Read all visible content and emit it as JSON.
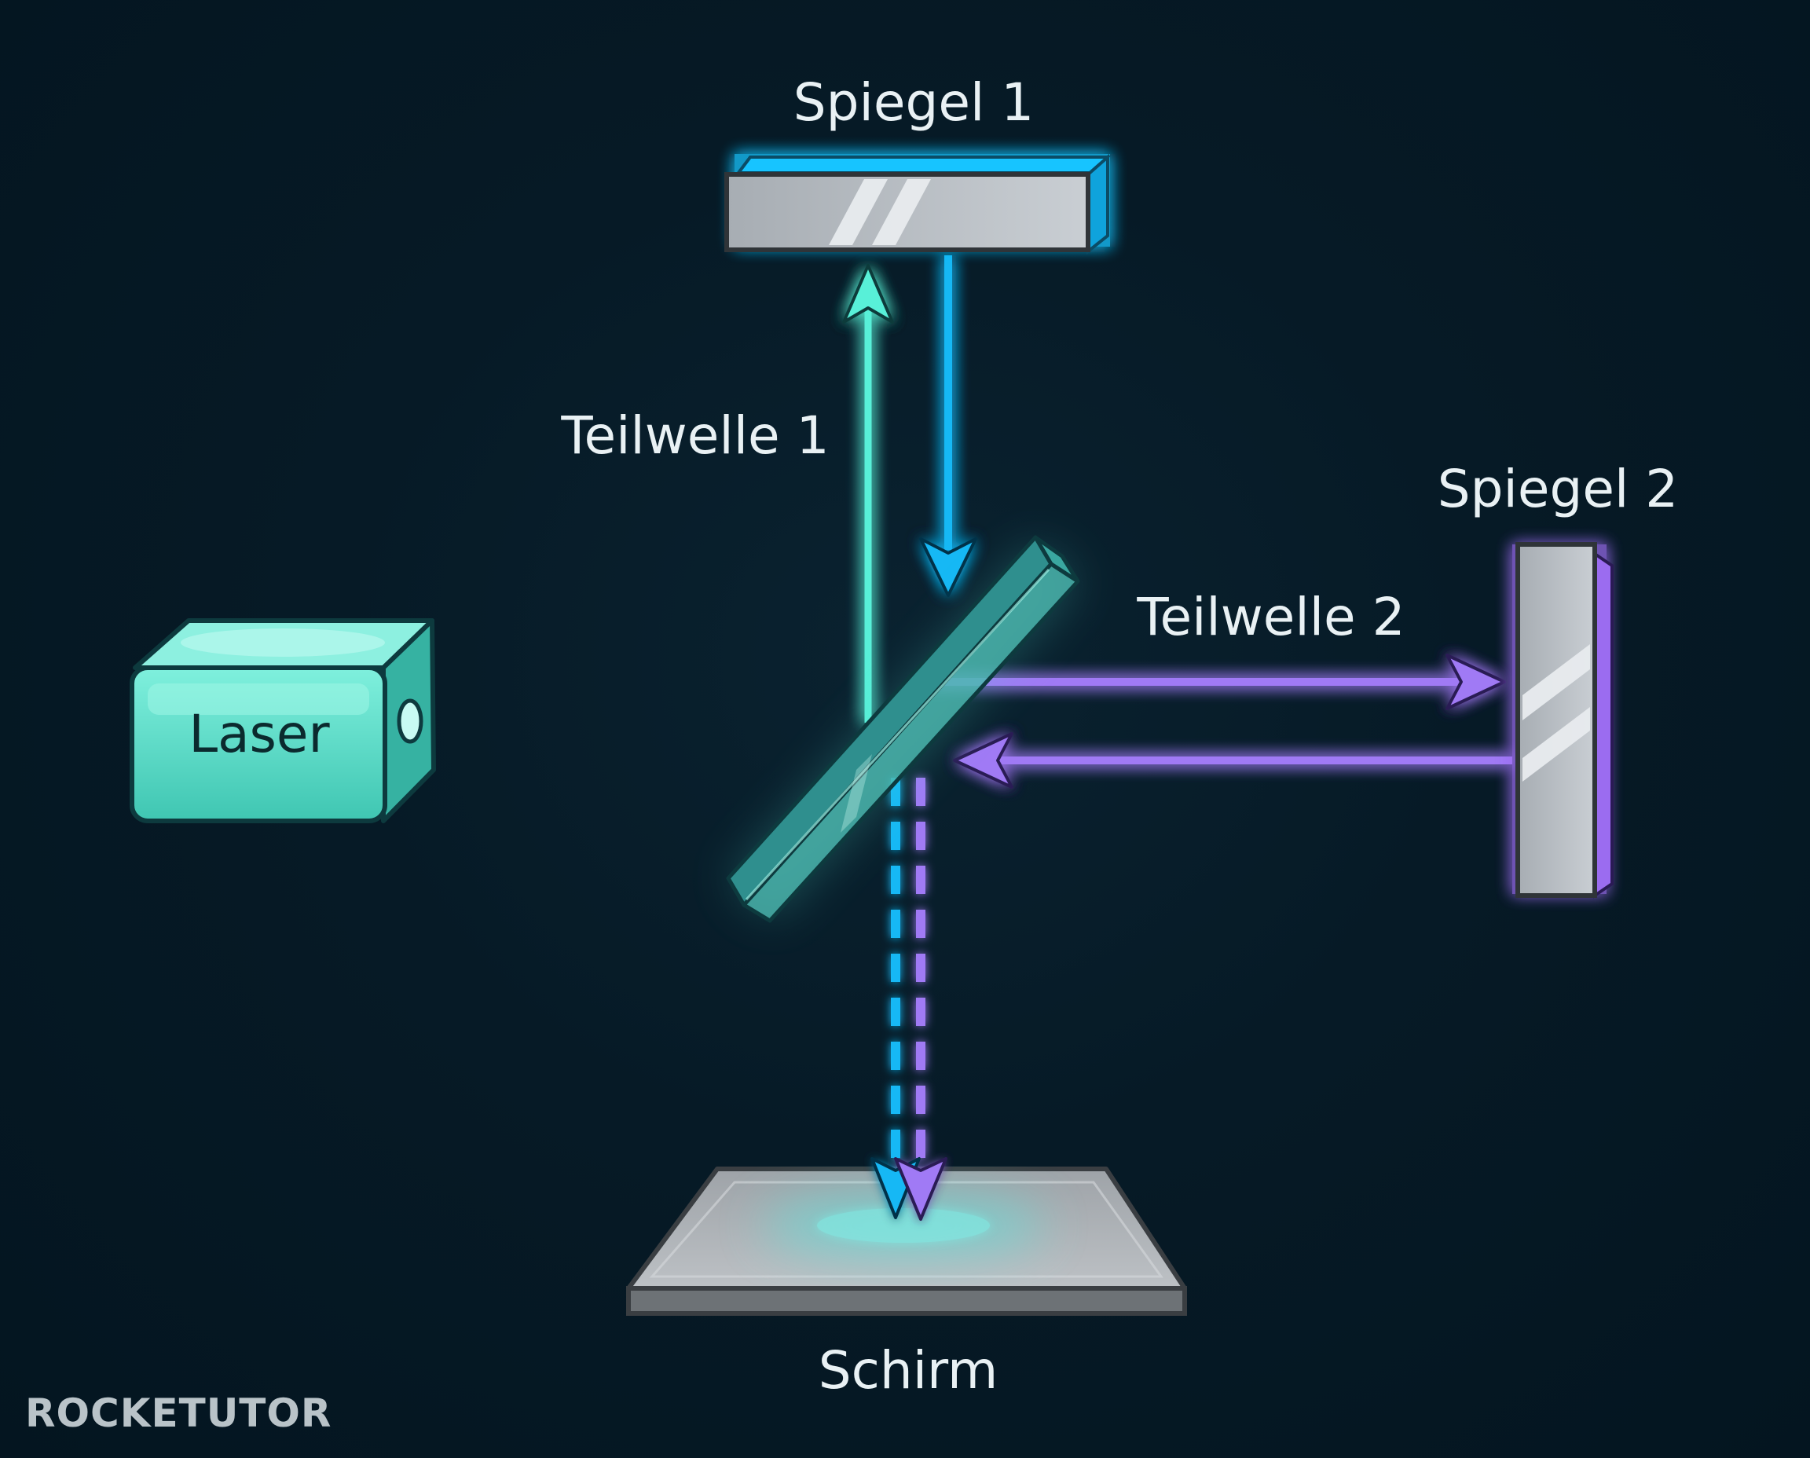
{
  "diagram": {
    "labels": {
      "mirror1": "Spiegel 1",
      "mirror2": "Spiegel 2",
      "wave1": "Teilwelle 1",
      "wave2": "Teilwelle 2",
      "laser": "Laser",
      "screen": "Schirm"
    },
    "colors": {
      "background": "#041520",
      "laser_body": "#5fe0cc",
      "wave1_beam": "#58f0d8",
      "mirror1_return_beam": "#19b8f5",
      "wave2_beam": "#a07af5",
      "mirror1_backing": "#17c4ff",
      "mirror2_backing": "#9b6cf0",
      "mirror_glass": "#b9bec4",
      "screen_glow": "#4fe8e0",
      "label_text": "#e9f1f4"
    },
    "logo": "ROCKETUTOR"
  }
}
